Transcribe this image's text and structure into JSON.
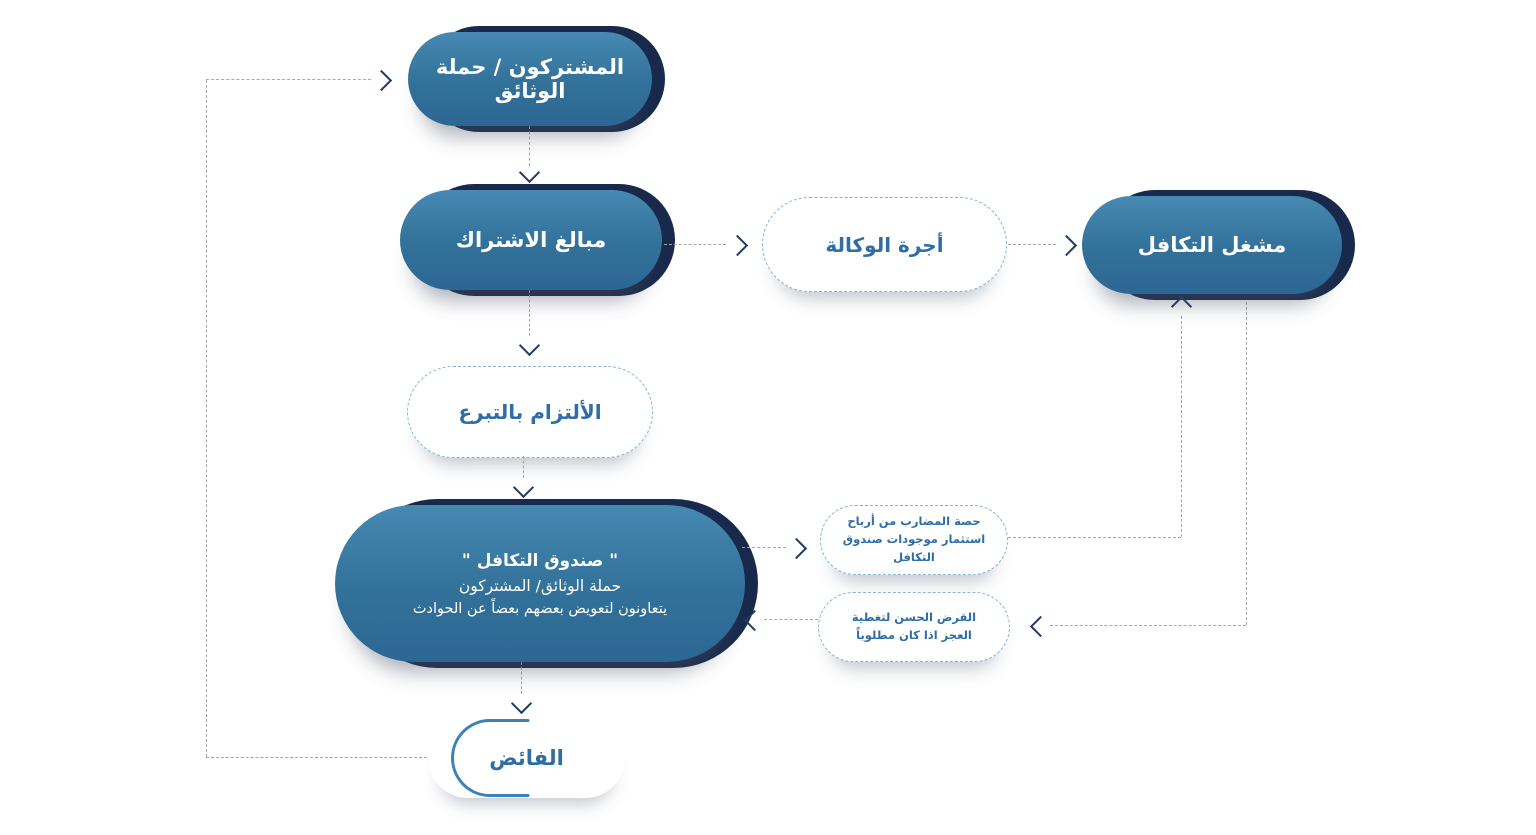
{
  "diagram": {
    "nodes": {
      "participants": {
        "label": "المشتركون / حملة الوثائق"
      },
      "contribution_amounts": {
        "label": "مبالغ الاشتراك"
      },
      "wakala_fee": {
        "label": "أجرة الوكالة"
      },
      "takaful_operator": {
        "label": "مشغل التكافل"
      },
      "donation_commitment": {
        "label": "الألتزام بالتبرع"
      },
      "takaful_fund": {
        "line1": "\" صندوق التكافل \"",
        "line2": "حملة الوثائق/ المشتركون",
        "line3": "يتعاونون لتعويض بعضهم بعضاً عن الحوادث"
      },
      "mudarib_share": {
        "line1": "حصة المضارب من أرباح",
        "line2": "استثمار موجودات صندوق التكافل"
      },
      "qard_hasan": {
        "line1": "القرض الحسن لتغطية",
        "line2": "العجز اذا كان مطلوباً"
      },
      "surplus": {
        "label": "الفائض"
      }
    },
    "colors": {
      "node_fill": "#35779f",
      "node_ring": "#18294b",
      "dashed_outline": "#85b4d4",
      "text_on_fill": "#ffffff",
      "text_outline_nodes": "#2e6da6",
      "connector": "#a5a9ad",
      "arrowhead": "#1f3a63"
    }
  }
}
